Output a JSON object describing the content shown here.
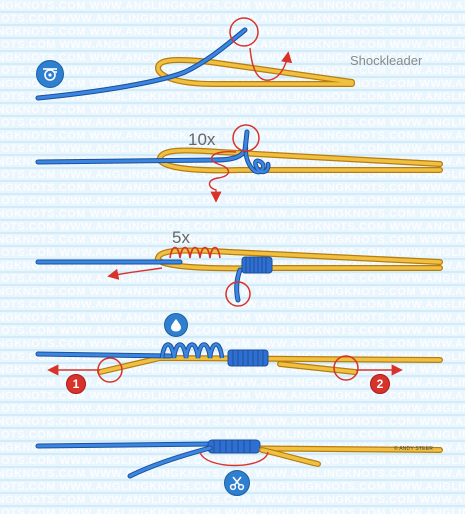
{
  "watermark": {
    "text": "ANGLINGKNOTS.COM WWW.ANGLINGKNOTS.COM WWW.ANGLINGKNOTS.COM WWW.ANGLINGKNOTS.COM WWW.ANGLINGKNOTS.COM"
  },
  "labels": {
    "shockleader": "Shockleader",
    "wraps_first": "10x",
    "wraps_second": "5x",
    "credit": "© ANDY STEER"
  },
  "steps": {
    "first": "1",
    "second": "2"
  },
  "icons": {
    "reel": "fishing-reel-icon",
    "lubricate": "water-drop-icon",
    "trim": "scissors-icon"
  },
  "colors": {
    "main_line": "#2f6fd1",
    "shock_leader": "#e8b030",
    "arrow": "#d8322a",
    "badge_blue": "#2f7fd0"
  }
}
